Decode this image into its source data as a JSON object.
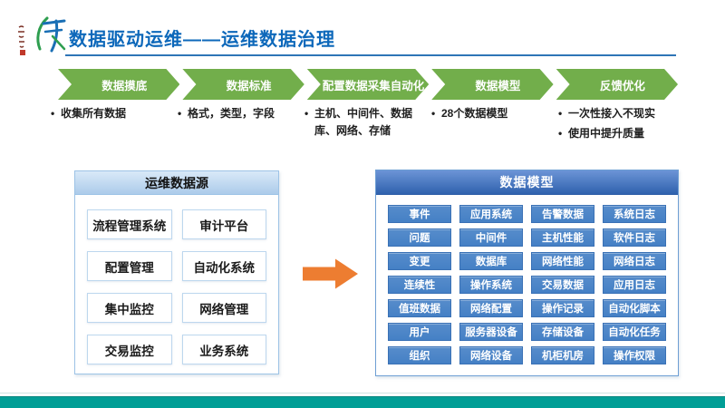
{
  "header": {
    "title": "数据驱动运维——运维数据治理"
  },
  "process": {
    "steps": [
      {
        "label": "数据摸底",
        "notes": [
          "收集所有数据"
        ]
      },
      {
        "label": "数据标准",
        "notes": [
          "格式，类型，字段"
        ]
      },
      {
        "label": "配置数据采集自动化",
        "notes": [
          "主机、中间件、数据库、网络、存储"
        ]
      },
      {
        "label": "数据模型",
        "notes": [
          "28个数据模型"
        ]
      },
      {
        "label": "反馈优化",
        "notes": [
          "一次性接入不现实",
          "使用中提升质量"
        ]
      }
    ]
  },
  "left_panel": {
    "title": "运维数据源",
    "items": [
      "流程管理系统",
      "审计平台",
      "配置管理",
      "自动化系统",
      "集中监控",
      "网络管理",
      "交易监控",
      "业务系统"
    ]
  },
  "right_panel": {
    "title": "数据模型",
    "items": [
      "事件",
      "应用系统",
      "告警数据",
      "系统日志",
      "问题",
      "中间件",
      "主机性能",
      "软件日志",
      "变更",
      "数据库",
      "网络性能",
      "网络日志",
      "连续性",
      "操作系统",
      "交易数据",
      "应用日志",
      "值班数据",
      "网络配置",
      "操作记录",
      "自动化脚本",
      "用户",
      "服务器设备",
      "存储设备",
      "自动化任务",
      "组织",
      "网络设备",
      "机柜机房",
      "操作权限"
    ]
  },
  "colors": {
    "title_blue": "#0D68BA",
    "chevron_green": "#72AE4B",
    "arrow_orange": "#ED7D31",
    "model_button_blue": "#4A85C8",
    "right_header_blue": "#2F62AE",
    "left_header_light_blue": "#BDD7EE",
    "footer_teal": "#019E96"
  }
}
